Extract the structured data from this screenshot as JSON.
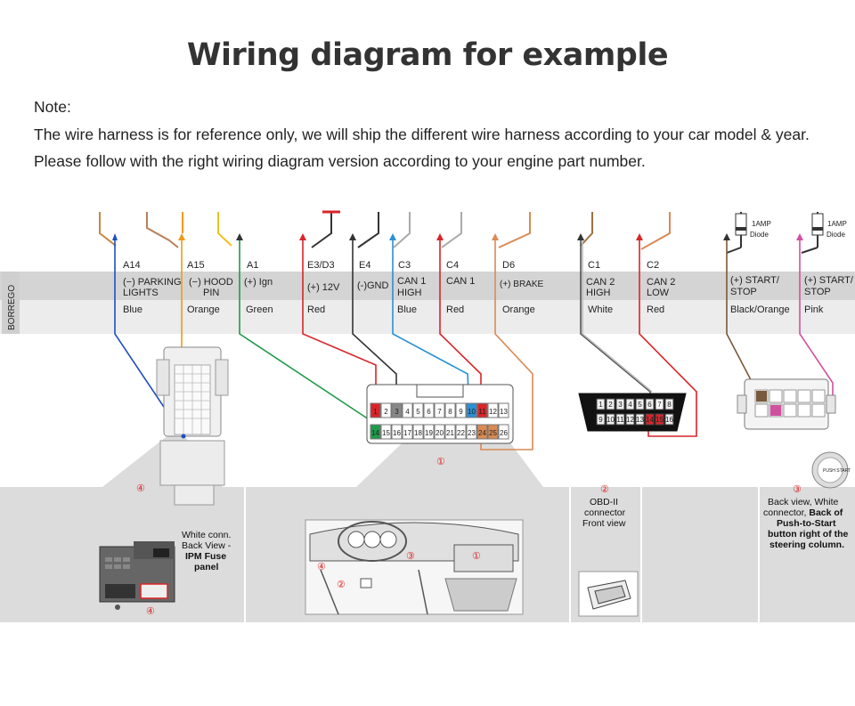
{
  "title": "Wiring diagram for example",
  "note": {
    "heading": "Note:",
    "line1": "The wire harness is for reference only, we will ship the different wire harness according to your car model & year.",
    "line2": "Please follow with the right wiring diagram version according to your engine part number."
  },
  "side_label": "BORREGO",
  "wires": [
    {
      "code": "A14",
      "fn1": "(−) PARKING",
      "fn2": "LIGHTS",
      "color": "Blue",
      "hex": "#1f4fbf"
    },
    {
      "code": "A15",
      "fn1": "(−) HOOD",
      "fn2": "PIN",
      "color": "Orange",
      "hex": "#f09a1a"
    },
    {
      "code": "A1",
      "fn1": "(+) Ign",
      "fn2": "",
      "color": "Green",
      "hex": "#1e9a4a"
    },
    {
      "code": "E3/D3",
      "fn1": "(+)   12V",
      "fn2": "",
      "color": "Red",
      "hex": "#d8252a"
    },
    {
      "code": "E4",
      "fn1": "(-)GND",
      "fn2": "",
      "color": "",
      "hex": "#333333"
    },
    {
      "code": "C3",
      "fn1": "CAN 1",
      "fn2": "HIGH",
      "color": "Blue",
      "hex": "#2a8fd6"
    },
    {
      "code": "C4",
      "fn1": "CAN 1",
      "fn2": "",
      "color": "Red",
      "hex": "#d8252a"
    },
    {
      "code": "D6",
      "fn1": "(+) BRAKE",
      "fn2": "",
      "color": "Orange",
      "hex": "#d98a55"
    },
    {
      "code": "C1",
      "fn1": "CAN 2",
      "fn2": "HIGH",
      "color": "White",
      "hex": "#555555"
    },
    {
      "code": "C2",
      "fn1": "CAN 2",
      "fn2": "LOW",
      "color": "Red",
      "hex": "#d8252a"
    },
    {
      "code": "",
      "fn1": "(+) START/",
      "fn2": "STOP",
      "color": "Black/Orange",
      "hex": "#7a5a3a"
    },
    {
      "code": "",
      "fn1": "(+) START/",
      "fn2": "STOP",
      "color": "Pink",
      "hex": "#d050a0"
    }
  ],
  "diode_label": {
    "l1": "1AMP",
    "l2": "Diode"
  },
  "connector1": {
    "top_pins": [
      "1",
      "2",
      "3",
      "4",
      "5",
      "6",
      "7",
      "8",
      "9",
      "10",
      "11",
      "12",
      "13"
    ],
    "bottom_pins": [
      "14",
      "15",
      "16",
      "17",
      "18",
      "19",
      "20",
      "21",
      "22",
      "23",
      "24",
      "25",
      "26"
    ],
    "marker": "①"
  },
  "obd_pins": {
    "top": [
      "1",
      "2",
      "3",
      "4",
      "5",
      "6",
      "7",
      "8"
    ],
    "bottom": [
      "9",
      "10",
      "11",
      "12",
      "13",
      "14",
      "15",
      "16"
    ]
  },
  "captions": {
    "ipm_l1": "White conn.",
    "ipm_l2": "Back View -",
    "ipm_l3": "IPM Fuse",
    "ipm_l4": "panel",
    "obd_num": "②",
    "obd_l1": "OBD-II",
    "obd_l2": "connector",
    "obd_l3": "Front view",
    "pts_num": "③",
    "pts_l1": "Back view, White",
    "pts_l2a": "connector, ",
    "pts_l2b": "Back of",
    "pts_l3": "Push-to-Start",
    "pts_l4": "button right of the",
    "pts_l5": "steering column.",
    "num4": "④",
    "num1": "①",
    "num2": "②",
    "num3": "③",
    "button_text": "PUSH START"
  }
}
